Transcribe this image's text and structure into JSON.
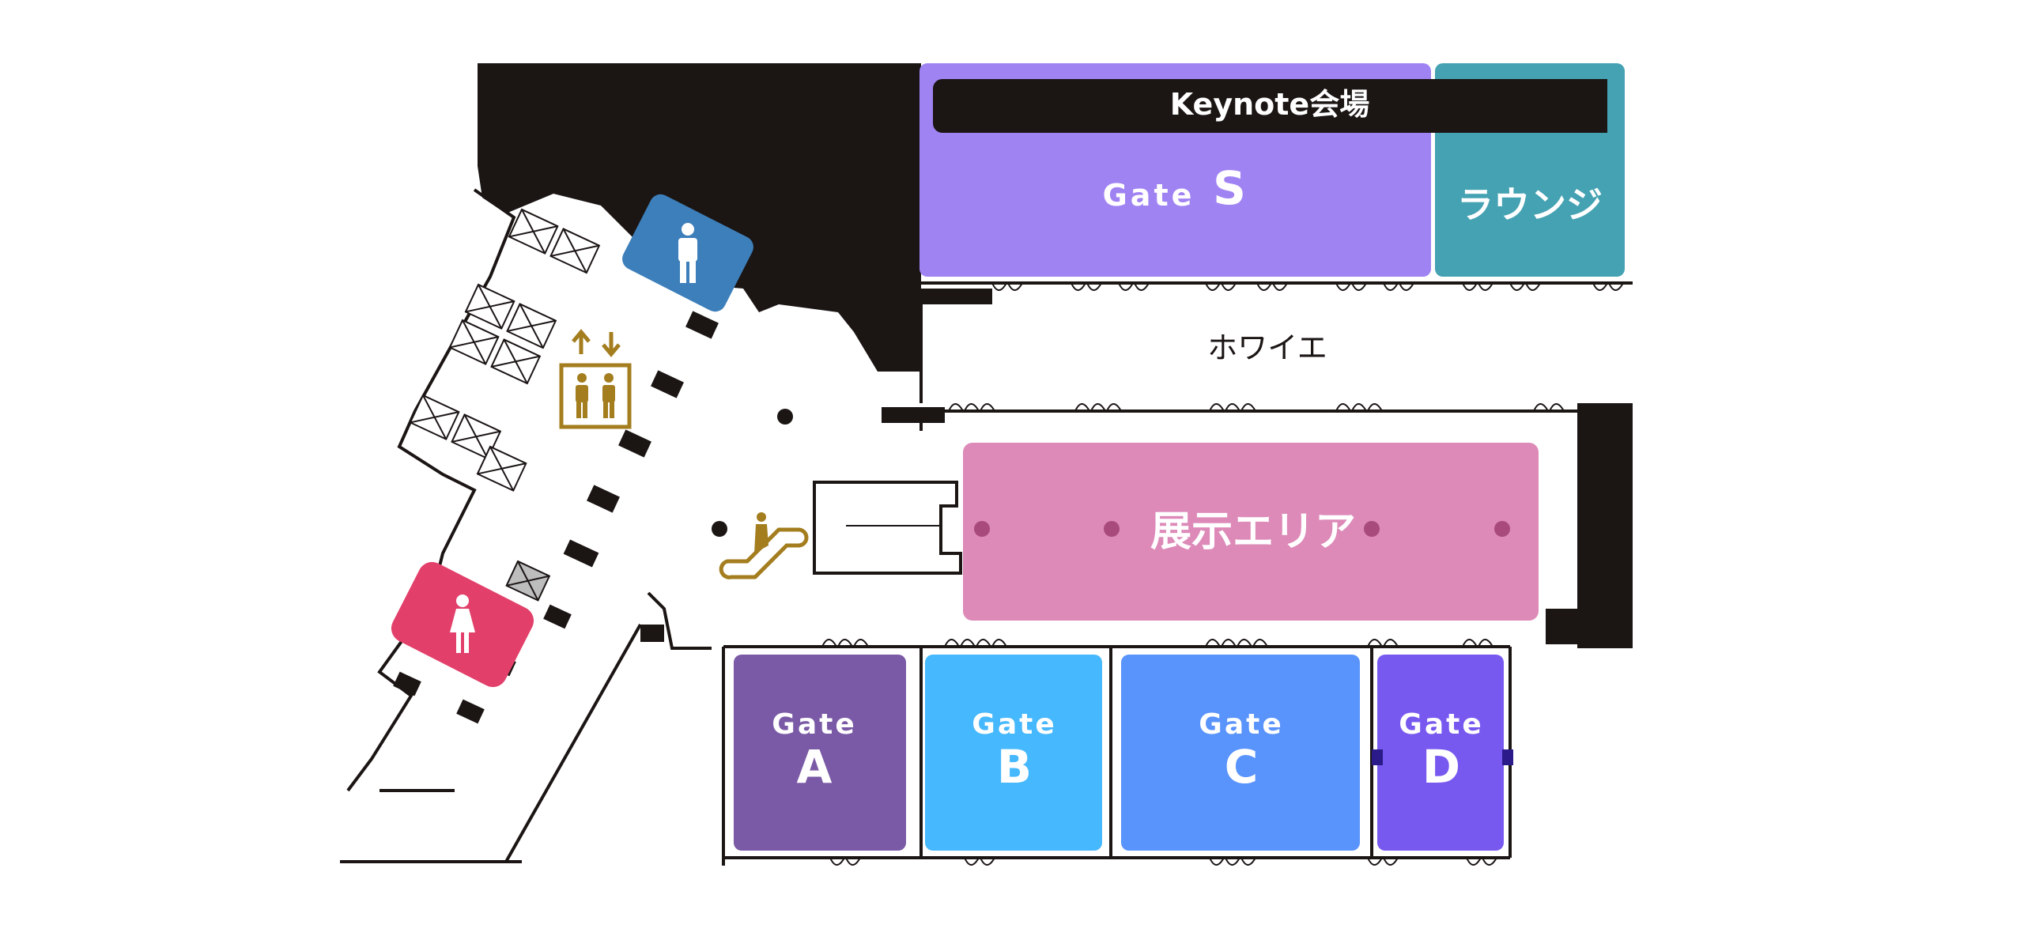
{
  "map": {
    "keynote_banner": "Keynote会場",
    "gate_s": {
      "word": "Gate",
      "letter": "S"
    },
    "lounge": "ラウンジ",
    "foyer": "ホワイエ",
    "exhibition": "展示エリア",
    "gates": [
      {
        "word": "Gate",
        "letter": "A"
      },
      {
        "word": "Gate",
        "letter": "B"
      },
      {
        "word": "Gate",
        "letter": "C"
      },
      {
        "word": "Gate",
        "letter": "D"
      }
    ]
  },
  "colors": {
    "gate_s": "#a083f3",
    "lounge": "#44a2b2",
    "exhibition": "#dd8ab8",
    "gate_a": "#7a5aa6",
    "gate_b": "#46b8fd",
    "gate_c": "#5993fc",
    "gate_d": "#7859ef",
    "restroom_men": "#3d7fba",
    "restroom_women": "#e2406b",
    "facility_gold": "#a37d1e",
    "wall": "#1b1514"
  },
  "icons": [
    "male-restroom-icon",
    "female-restroom-icon",
    "elevator-icon",
    "escalator-icon"
  ]
}
